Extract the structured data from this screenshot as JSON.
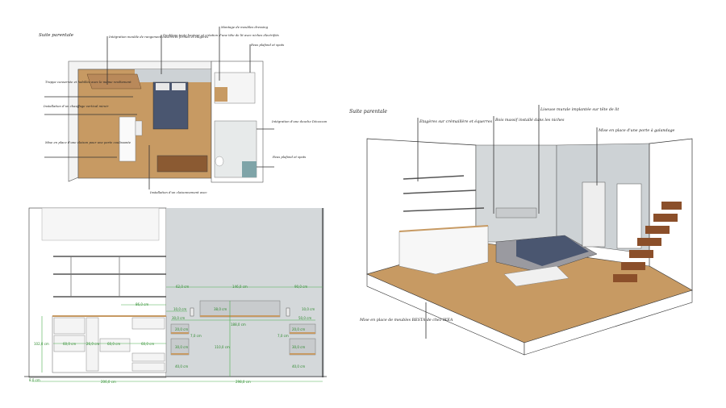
{
  "plan": {
    "title": "Suite parentale",
    "annotations": [
      "Intégration meuble de rangement ouverts et fermés et étagères",
      "Doublage toute hauteur et création d'une tête de lit avec niches électrifiés",
      "Montage de meubles dressing",
      "Faux plafond et spots",
      "Trappe conservée et habillée avec le même revêtement",
      "Installation d'un chauffage vertical miroir",
      "Intégration d'une douche Décazzon",
      "Mise en place d'une cloison pour une porte coulissante",
      "Faux plafond et spots",
      "Installation d'un cloisonnement avec"
    ]
  },
  "elevation": {
    "dimensions": {
      "d62": "62,0 cm",
      "d146": "146,0 cm",
      "d90a": "90,0 cm",
      "d86": "86,0 cm",
      "d10a": "10,0 cm",
      "d38": "38,0 cm",
      "d10b": "10,0 cm",
      "d30a": "30,0 cm",
      "d188": "188,0 cm",
      "d50": "50,0 cm",
      "d20a": "20,0 cm",
      "d20b": "20,0 cm",
      "d7a": "7,0 cm",
      "d7b": "7,0 cm",
      "d30b": "30,0 cm",
      "d110": "110,0 cm",
      "d30c": "30,0 cm",
      "d40a": "40,0 cm",
      "d40b": "40,0 cm",
      "d102": "102,0 cm",
      "d60a": "60,0 cm",
      "d26": "26,0 cm",
      "d60b": "60,0 cm",
      "d60c": "60,0 cm",
      "d8": "8,0 cm",
      "d206": "206,0 cm",
      "d298": "298,0 cm"
    }
  },
  "perspective": {
    "title": "Suite parentale",
    "annotations": [
      "Etagères sur crémaillère et équerres",
      "Bois massif installé dans les niches",
      "Liseuse murale implantée sur tête de lit",
      "Mise en place d'une porte à galandage",
      "Mise en place de meubles BESTA de chez IKEA"
    ]
  },
  "colors": {
    "wood": "#c79a63",
    "wall": "#d4d8da",
    "bed": "#4a5670",
    "dim": "#4caf50"
  }
}
